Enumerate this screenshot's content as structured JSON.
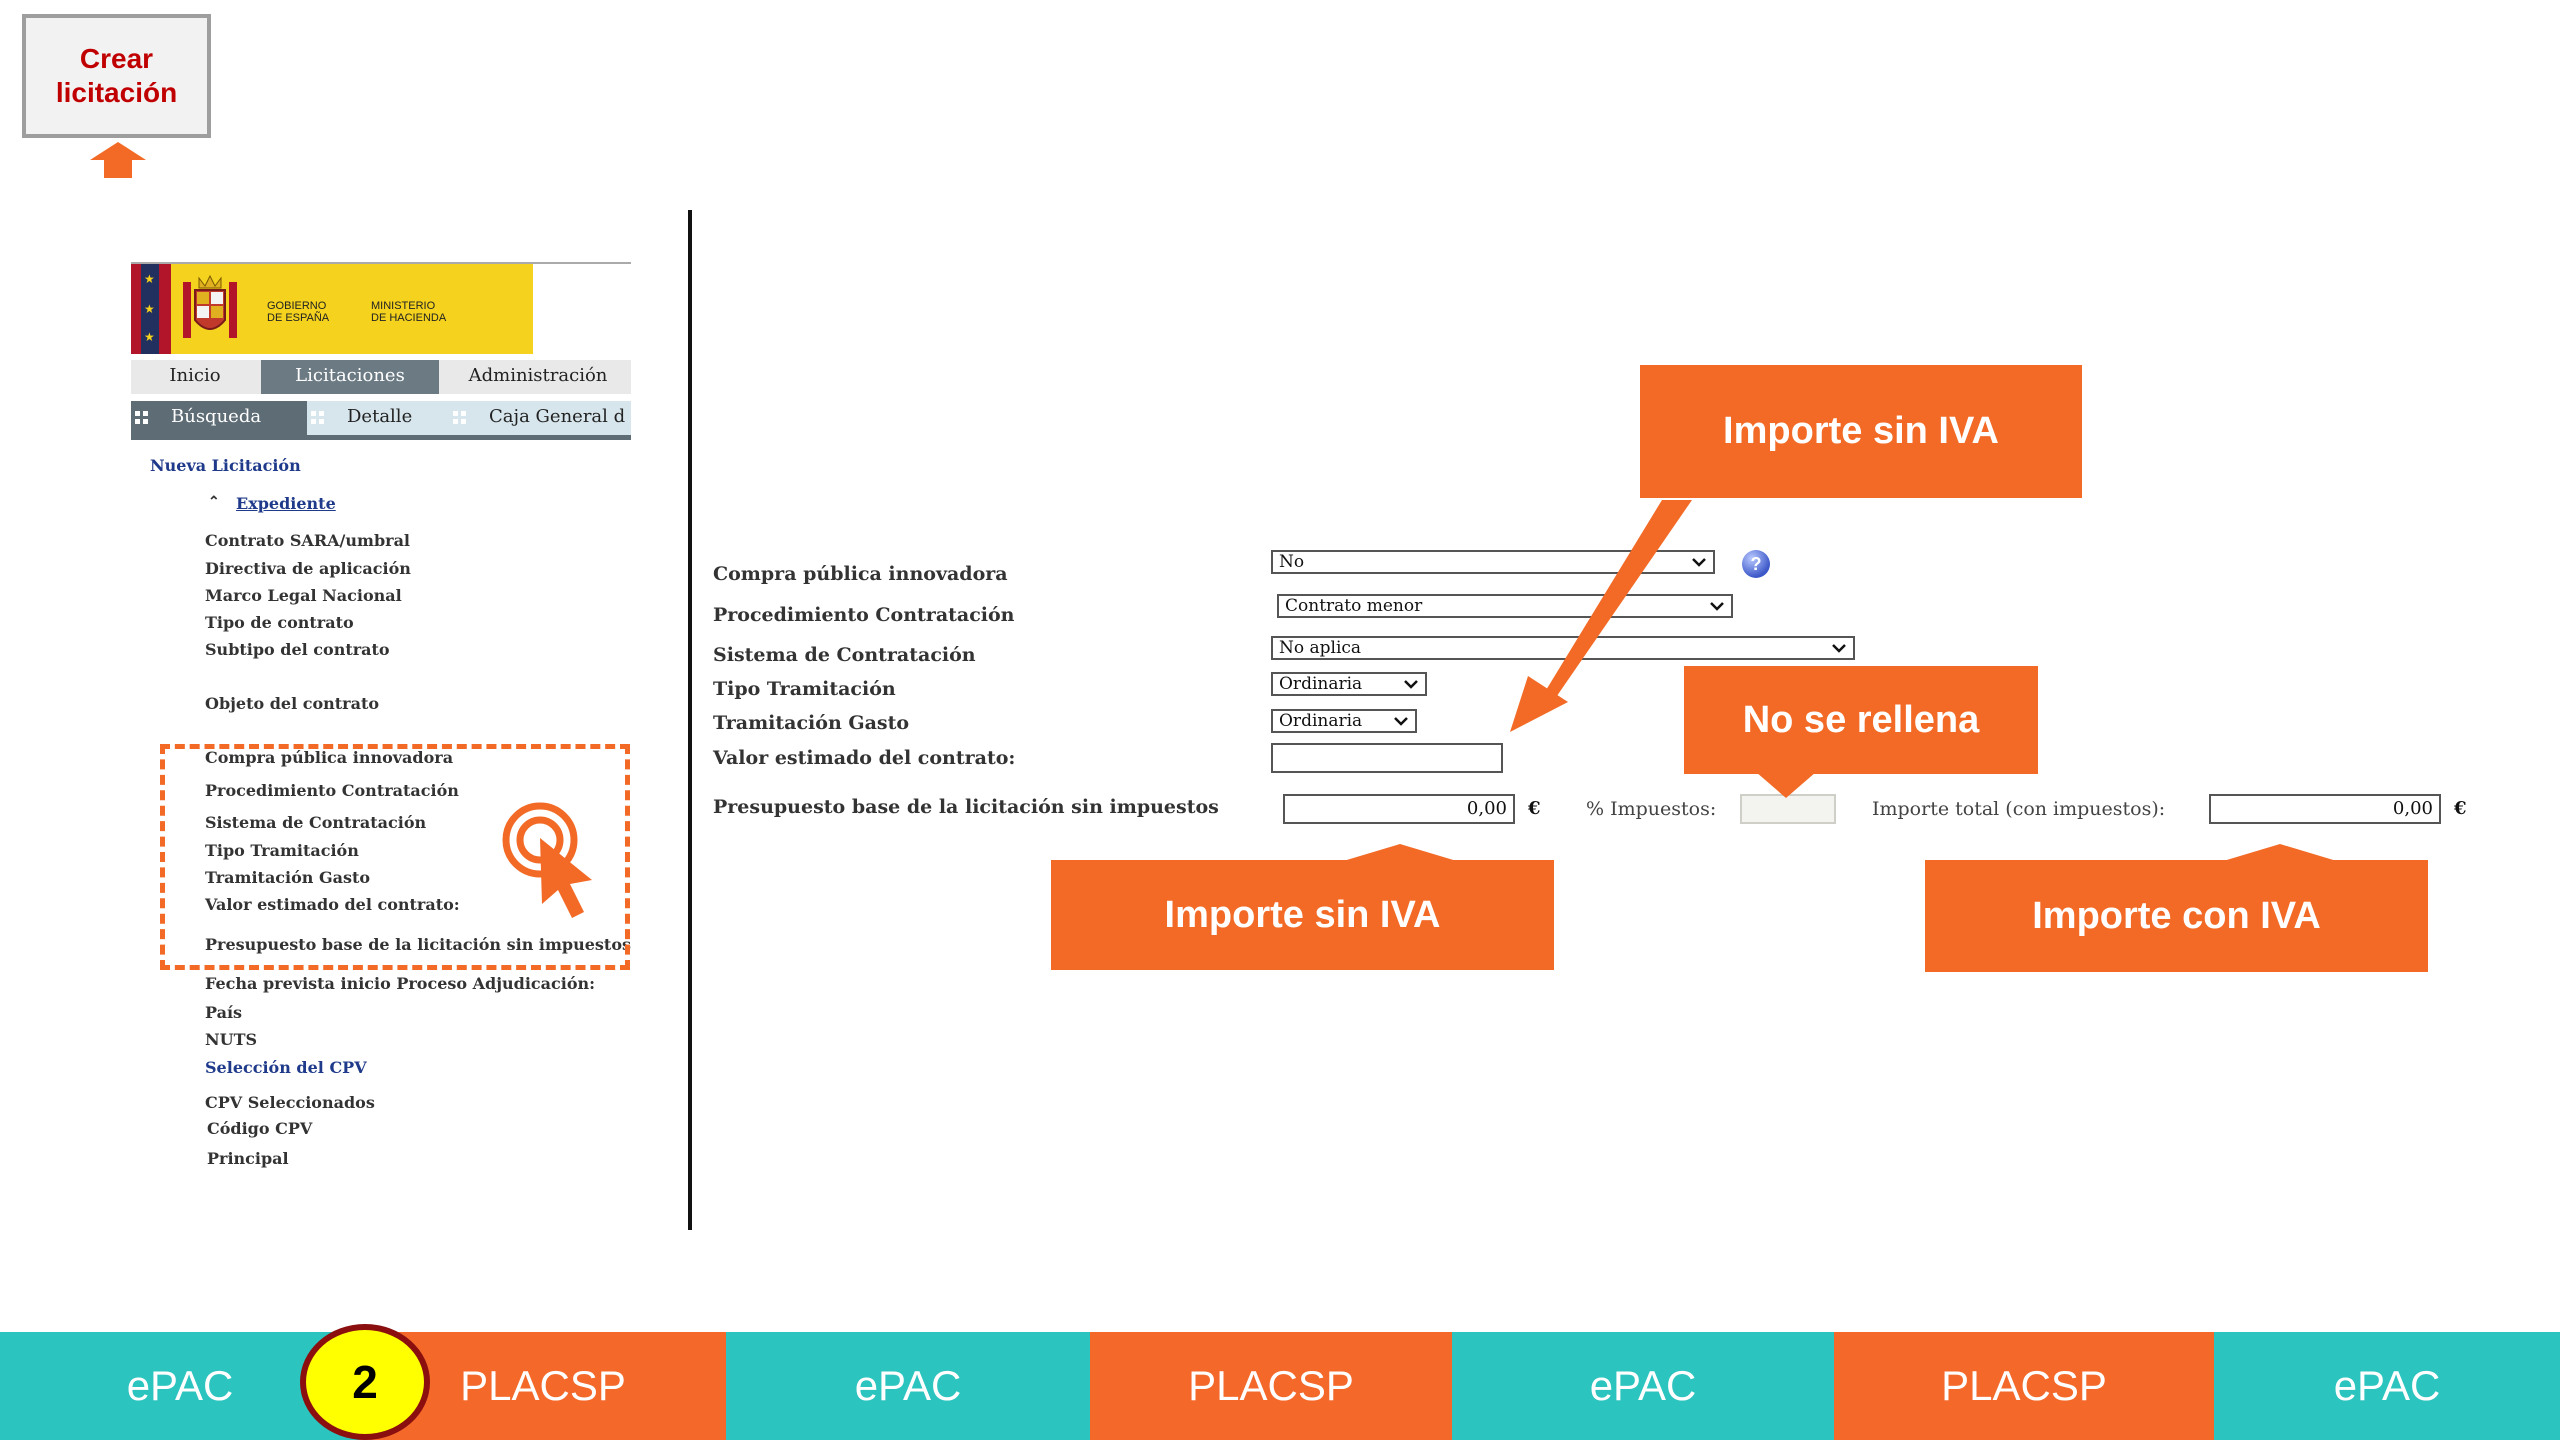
{
  "crear_button": {
    "label_line1": "Crear",
    "label_line2": "licitación"
  },
  "gov_header": {
    "text1_line1": "GOBIERNO",
    "text1_line2": "DE ESPAÑA",
    "text2_line1": "MINISTERIO",
    "text2_line2": "DE HACIENDA"
  },
  "main_nav": {
    "items": [
      "Inicio",
      "Licitaciones",
      "Administración"
    ],
    "active": "Licitaciones"
  },
  "sub_nav": {
    "items": [
      "Búsqueda",
      "Detalle",
      "Caja General d"
    ],
    "active": "Búsqueda"
  },
  "sidebar": {
    "title": "Nueva Licitación",
    "expediente": "Expediente",
    "items": [
      "Contrato SARA/umbral",
      "Directiva de aplicación",
      "Marco Legal Nacional",
      "Tipo de contrato",
      "Subtipo del contrato",
      "Objeto del contrato",
      "Compra pública innovadora",
      "Procedimiento Contratación",
      "Sistema de Contratación",
      "Tipo Tramitación",
      "Tramitación Gasto",
      "Valor estimado del contrato:",
      "Presupuesto base de la licitación sin impuestos",
      "Fecha prevista inicio Proceso Adjudicación:",
      "País",
      "NUTS",
      "Selección del CPV",
      "CPV Seleccionados",
      "Código CPV",
      "Principal"
    ]
  },
  "form": {
    "compra_label": "Compra pública innovadora",
    "compra_value": "No",
    "procedimiento_label": "Procedimiento Contratación",
    "procedimiento_value": "Contrato menor",
    "sistema_label": "Sistema de Contratación",
    "sistema_value": "No aplica",
    "tipo_label": "Tipo Tramitación",
    "tipo_value": "Ordinaria",
    "gasto_label": "Tramitación Gasto",
    "gasto_value": "Ordinaria",
    "valor_label": "Valor estimado del contrato:",
    "valor_value": "",
    "presupuesto_label": "Presupuesto base de la licitación sin impuestos",
    "presupuesto_value": "0,00",
    "currency": "€",
    "impuestos_label": "% Impuestos:",
    "impuestos_value": "",
    "total_label": "Importe total (con impuestos):",
    "total_value": "0,00",
    "help_glyph": "?"
  },
  "callouts": {
    "top": "Importe sin IVA",
    "no_rellena": "No se rellena",
    "bottom_left": "Importe sin IVA",
    "bottom_right": "Importe con IVA"
  },
  "bottom_bar": {
    "segments": [
      "ePAC",
      "PLACSP",
      "ePAC",
      "PLACSP",
      "ePAC",
      "PLACSP",
      "ePAC"
    ],
    "step": "2"
  },
  "colors": {
    "accent": "#f26a25",
    "teal": "#2cc4bf",
    "orange": "#f4682a",
    "badge": "#ffff00",
    "badge_border": "#8b0f0f"
  }
}
